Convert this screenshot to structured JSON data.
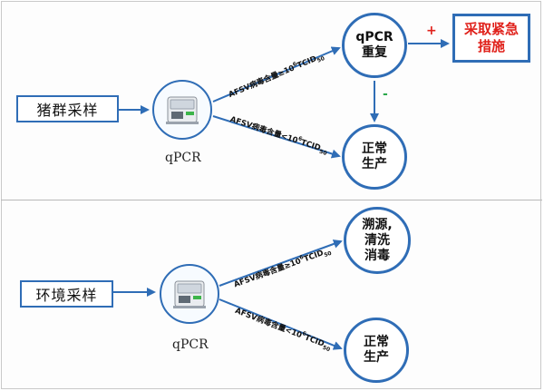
{
  "top_branch": {
    "sample_label": "猪群采样",
    "device_caption": "qPCR",
    "upper_edge_label": "AFSV病毒含量≥10",
    "lower_edge_label": "AFSV病毒含量<10",
    "edge_sup": "6",
    "edge_tail": "TCID",
    "edge_sub": "50",
    "repeat_node": [
      "qPCR",
      "重复"
    ],
    "normal_node": [
      "正常",
      "生产"
    ],
    "urgent_box": [
      "采取紧急",
      "措施"
    ],
    "plus_sign": "+",
    "minus_sign": "-"
  },
  "bottom_branch": {
    "sample_label": "环境采样",
    "device_caption": "qPCR",
    "upper_edge_label": "AFSV病毒含量≥10",
    "lower_edge_label": "AFSV病毒含量<10",
    "edge_sup": "6",
    "edge_tail": "TCID",
    "edge_sub": "50",
    "trace_node": [
      "溯源,",
      "清洗",
      "消毒"
    ],
    "normal_node": [
      "正常",
      "生产"
    ]
  },
  "colors": {
    "accent": "#2f6db6",
    "urgent_text": "#e0211b",
    "plus": "#e0211b",
    "minus": "#2aa84a"
  },
  "icons": {
    "device": "qpcr-machine-icon"
  }
}
